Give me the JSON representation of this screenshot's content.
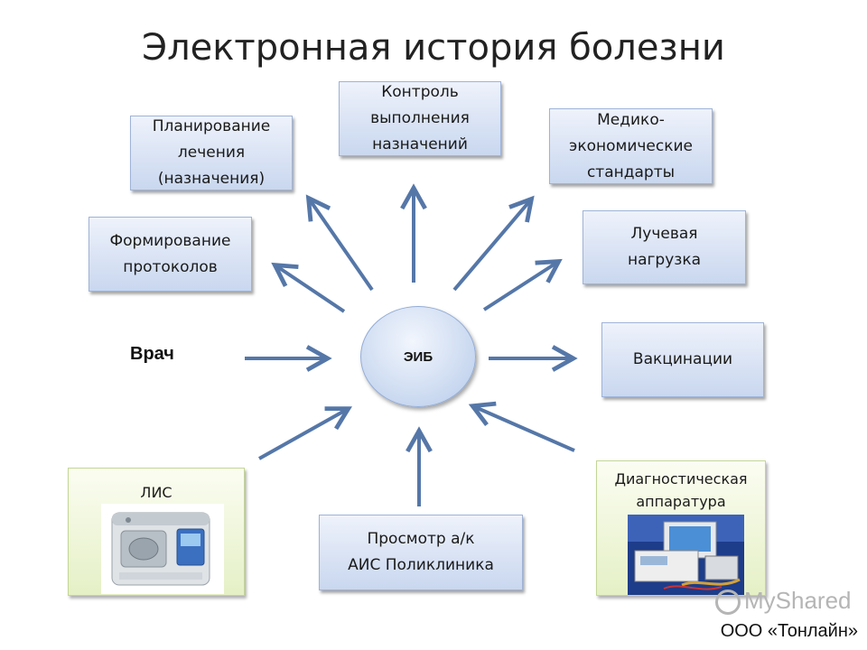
{
  "title": "Электронная история болезни",
  "center": "ЭИБ",
  "doctor": "Врач",
  "boxes": {
    "planning": "Планирование\nлечения\n(назначения)",
    "control": "Контроль\nвыполнения\nназначений",
    "standards": "Медико-\nэкономические\nстандарты",
    "protocols": "Формирование\nпротоколов",
    "radiation": "Лучевая\nнагрузка",
    "vaccination": "Вакцинации",
    "lis": "ЛИС",
    "view": "Просмотр а/к\nАИС Поликлиника",
    "diagnostic": "Диагностическая\nаппаратура"
  },
  "watermark": "MyShared",
  "company": "ООО «Тонлайн»",
  "colors": {
    "arrow": "#5577a8",
    "box_fill": "#c9d7ef",
    "green_fill": "#e5f0c6"
  }
}
